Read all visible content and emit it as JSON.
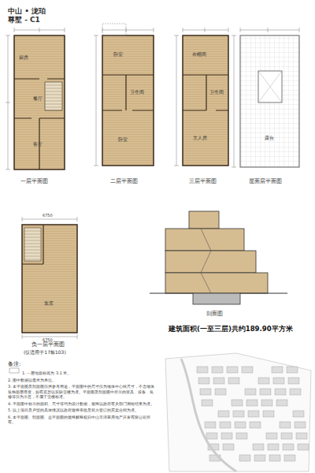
{
  "diagram": {
    "title": "中山 • 泷珀",
    "labels": [
      "尊墅 - C1",
      "一层平面图",
      "二层平面图",
      "三层平面图",
      "屋面层平面图",
      "负一层平面图",
      "(仅适用于17栋103)",
      "剖面图",
      "建筑面积(一至三层)共约189.90平方米",
      "备注:",
      "1. 一层地面标高为 3.1 米。",
      "2. 图中数据以毫米为单位。",
      "3. 本平面图及剖面图仅供参考用途，平面图中的尺寸仅为墙体中心线尺寸，不含墙体装饰面层厚度，如有差异以实际交楼为准。平面图及剖面图中所示的家具、设备、装修等仅为示意，不属于交楼标准。",
      "4. 平面图中标示的面积、尺寸等均为设计数据，最终以政府有关部门测绘结果为准。",
      "5. 以上项目及户型的具体情况以政府最终审批及双方签订的买卖合同为准。",
      "6. 本平面图、剖面图、总平面图的最终解释权归中山市泽翠房地产开发有限公司所有。",
      "客厅",
      "餐厅",
      "厨房",
      "卧室",
      "卫生间",
      "卧室",
      "主人房",
      "衣帽间",
      "卫生间",
      "露台",
      "车库",
      "6750",
      "6750"
    ]
  }
}
